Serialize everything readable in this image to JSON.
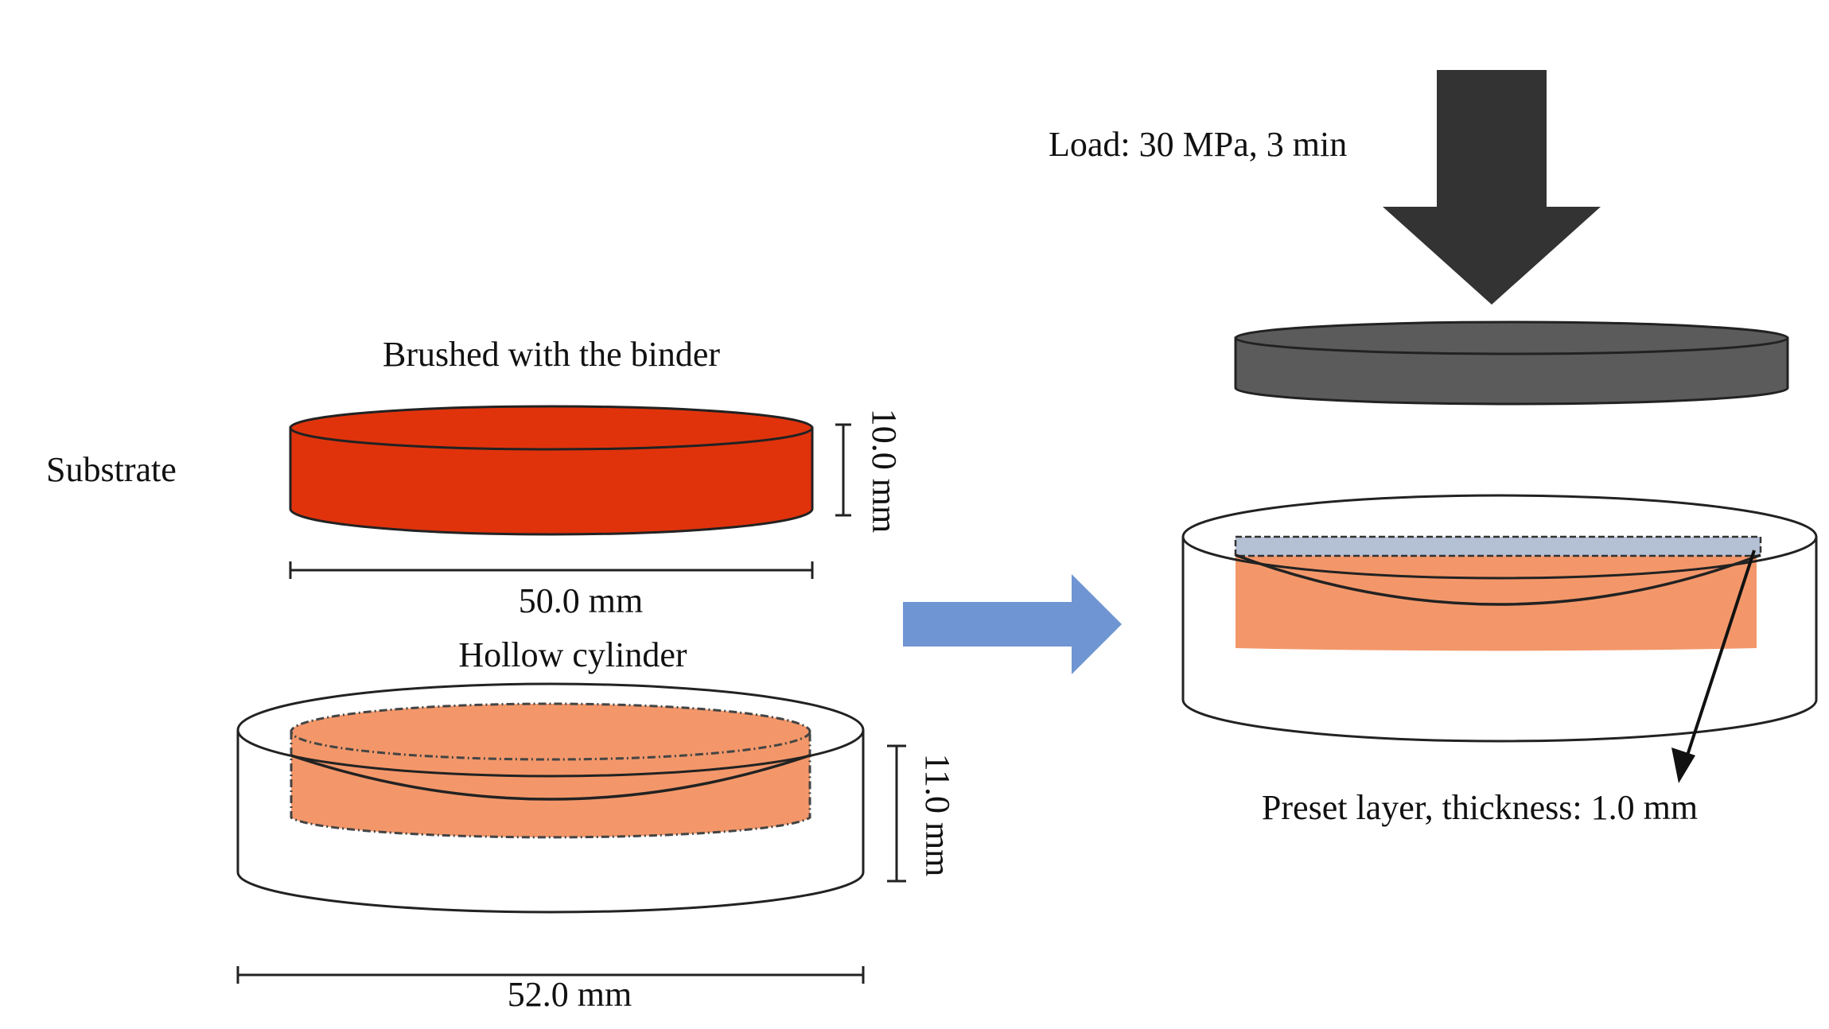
{
  "labels": {
    "substrate": "Substrate",
    "brushed": "Brushed with the binder",
    "substrate_thickness": "10.0 mm",
    "substrate_diameter": "50.0 mm",
    "hollow_cylinder": "Hollow cylinder",
    "cylinder_height": "11.0 mm",
    "cylinder_diameter": "52.0 mm",
    "load": "Load: 30 MPa, 3 min",
    "preset_layer": "Preset layer, thickness: 1.0 mm"
  },
  "colors": {
    "substrate": "#e0330c",
    "preset_fill": "#f3976a",
    "preset_layer": "#b4c0d4",
    "punch": "#5b5b5b",
    "load_arrow": "#333333",
    "process_arrow": "#6f95d2",
    "outline": "#222222"
  }
}
